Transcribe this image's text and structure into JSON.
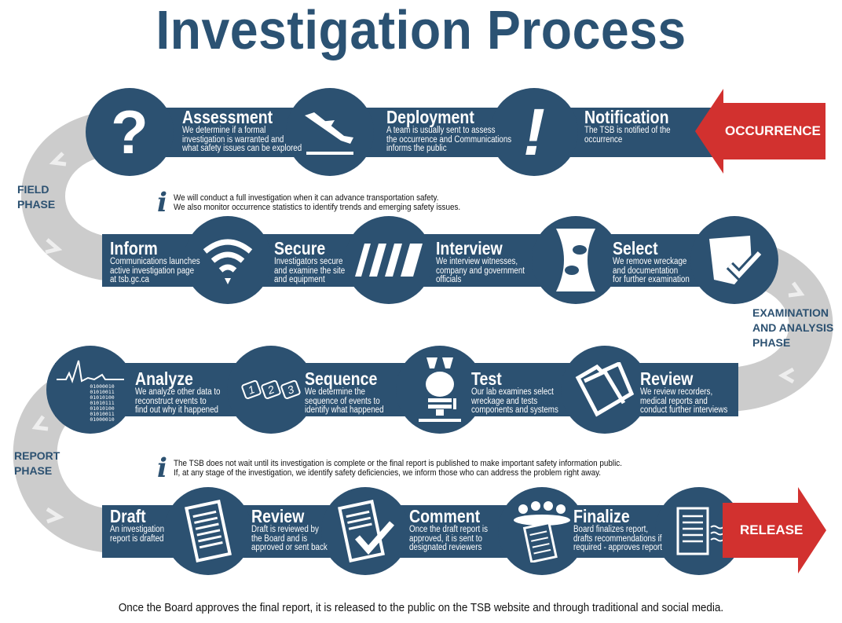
{
  "title": "Investigation Process",
  "colors": {
    "navy": "#2c5171",
    "red": "#d2312f",
    "path": "#cccccc"
  },
  "arrows": {
    "start": "OCCURRENCE",
    "end": "RELEASE"
  },
  "phases": {
    "field": "FIELD\nPHASE",
    "examination": "EXAMINATION\nAND ANALYSIS\nPHASE",
    "report": "REPORT\nPHASE"
  },
  "rows": [
    [
      {
        "title": "Assessment",
        "text": "We determine if a formal\ninvestigation is warranted and\nwhat safety issues can be explored",
        "icon": "question-icon"
      },
      {
        "title": "Deployment",
        "text": "A team is usually sent to assess\nthe occurrence and Communications\ninforms the public",
        "icon": "airplane-icon"
      },
      {
        "title": "Notification",
        "text": "The TSB is notified of the\noccurrence",
        "icon": "exclamation-icon"
      }
    ],
    [
      {
        "title": "Inform",
        "text": "Communications launches\nactive investigation page\nat tsb.gc.ca",
        "icon": "wifi-icon"
      },
      {
        "title": "Secure",
        "text": "Investigators secure\nand examine the site\nand equipment",
        "icon": "barrier-icon"
      },
      {
        "title": "Interview",
        "text": "We interview witnesses,\ncompany and government\nofficials",
        "icon": "faces-talking-icon"
      },
      {
        "title": "Select",
        "text": "We remove wreckage\nand documentation\nfor further examination",
        "icon": "wreckage-check-icon"
      }
    ],
    [
      {
        "title": "Analyze",
        "text": "We analyze other data to\nreconstruct events to\nfind out why it happened",
        "icon": "heartbeat-binary-icon"
      },
      {
        "title": "Sequence",
        "text": "We determine the\nsequence of events to\nidentify what happened",
        "icon": "sequence-123-icon"
      },
      {
        "title": "Test",
        "text": "Our lab examines select\nwreckage and tests\ncomponents and systems",
        "icon": "microscope-icon"
      },
      {
        "title": "Review",
        "text": "We review recorders,\nmedical reports and\nconduct further interviews",
        "icon": "folder-icon"
      }
    ],
    [
      {
        "title": "Draft",
        "text": "An investigation\nreport is drafted",
        "icon": "document-icon"
      },
      {
        "title": "Review",
        "text": "Draft is reviewed by\nthe Board and is\napproved or sent back",
        "icon": "document-check-icon"
      },
      {
        "title": "Comment",
        "text": "Once the draft report is\napproved, it is sent to\ndesignated reviewers",
        "icon": "reviewers-document-icon"
      },
      {
        "title": "Finalize",
        "text": "Board finalizes report,\ndrafts recommendations if\nrequired - approves report",
        "icon": "final-report-icon"
      }
    ]
  ],
  "binary": "01000010\n01010011\n01010100\n01010111\n01010100\n01010011\n01000010",
  "sequence": [
    "1",
    "2",
    "3"
  ],
  "info1": [
    "We will conduct a full investigation when it can advance transportation safety.",
    "We also monitor occurrence statistics to identify trends and emerging safety issues."
  ],
  "info2": [
    "The TSB does not wait until its investigation is complete or the final report is published to make important safety information public.",
    "If, at any stage of the investigation, we identify safety deficiencies, we inform those who can address the problem right away."
  ],
  "footer": "Once the Board approves the final report, it is released to the public on the TSB website and through traditional and social media."
}
